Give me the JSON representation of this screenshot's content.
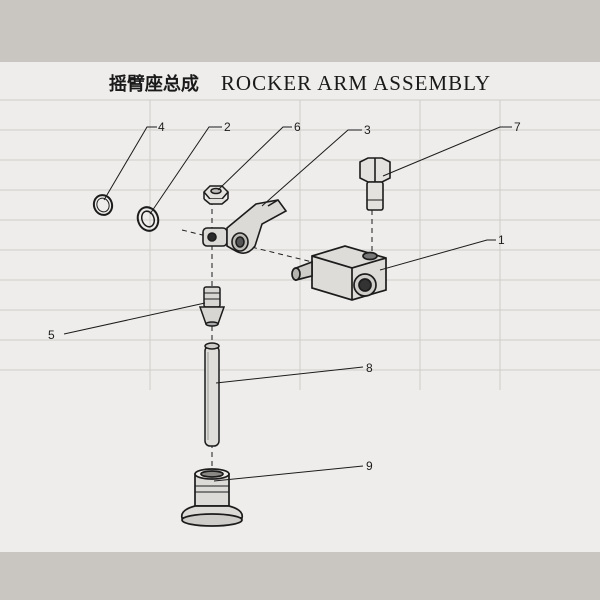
{
  "title": {
    "chinese": "摇臂座总成",
    "english": "ROCKER ARM ASSEMBLY"
  },
  "callouts": [
    {
      "id": "4",
      "label": "4"
    },
    {
      "id": "2",
      "label": "2"
    },
    {
      "id": "6",
      "label": "6"
    },
    {
      "id": "3",
      "label": "3"
    },
    {
      "id": "7",
      "label": "7"
    },
    {
      "id": "1",
      "label": "1"
    },
    {
      "id": "5",
      "label": "5"
    },
    {
      "id": "8",
      "label": "8"
    },
    {
      "id": "9",
      "label": "9"
    }
  ],
  "colors": {
    "ink": "#1c1c1c",
    "paper": "#eeedeb",
    "background": "#c9c6c1"
  }
}
